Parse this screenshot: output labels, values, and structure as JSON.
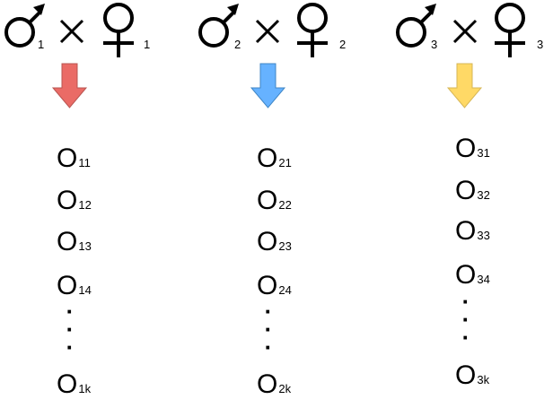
{
  "crosses": [
    {
      "male_subscript": "1",
      "female_subscript": "1",
      "arrow_color": "#ea6b66",
      "arrow_stroke": "#b85450",
      "offspring": [
        {
          "letter": "O",
          "subscript": "11"
        },
        {
          "letter": "O",
          "subscript": "12"
        },
        {
          "letter": "O",
          "subscript": "13"
        },
        {
          "letter": "O",
          "subscript": "14"
        },
        {
          "letter": "O",
          "subscript": "1k"
        }
      ]
    },
    {
      "male_subscript": "2",
      "female_subscript": "2",
      "arrow_color": "#66b2ff",
      "arrow_stroke": "#3f86c6",
      "offspring": [
        {
          "letter": "O",
          "subscript": "21"
        },
        {
          "letter": "O",
          "subscript": "22"
        },
        {
          "letter": "O",
          "subscript": "23"
        },
        {
          "letter": "O",
          "subscript": "24"
        },
        {
          "letter": "O",
          "subscript": "2k"
        }
      ]
    },
    {
      "male_subscript": "3",
      "female_subscript": "3",
      "arrow_color": "#ffd966",
      "arrow_stroke": "#d6b656",
      "offspring": [
        {
          "letter": "O",
          "subscript": "31"
        },
        {
          "letter": "O",
          "subscript": "32"
        },
        {
          "letter": "O",
          "subscript": "33"
        },
        {
          "letter": "O",
          "subscript": "34"
        },
        {
          "letter": "O",
          "subscript": "3k"
        }
      ]
    }
  ],
  "icons": {
    "male": "male-symbol-icon",
    "female": "female-symbol-icon",
    "cross": "cross-icon",
    "arrow": "down-arrow-icon",
    "ellipsis": "vertical-ellipsis"
  }
}
